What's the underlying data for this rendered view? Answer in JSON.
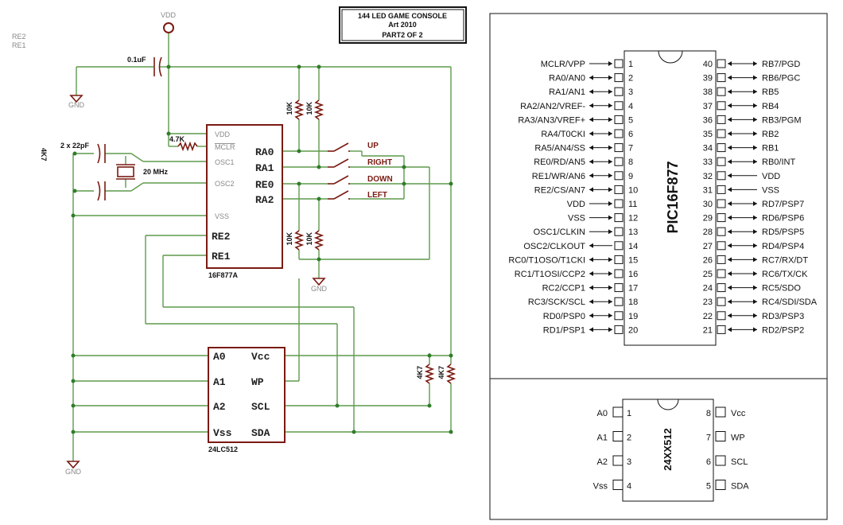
{
  "title_block": {
    "line1": "144 LED GAME CONSOLE",
    "line2": "Art 2010",
    "line3": "PART2 OF 2"
  },
  "corner_labels": {
    "re2": "RE2",
    "re1": "RE1"
  },
  "power": {
    "vdd": "VDD",
    "gnd_top": "GND",
    "gnd_mid": "GND",
    "gnd_bottom": "GND"
  },
  "components": {
    "cap_decouple": "0.1uF",
    "res_mclr": "4.7K",
    "caps_osc": "2 x 22pF",
    "crystal": "20 MHz",
    "res_left": "4K7",
    "res_top1": "10K",
    "res_top2": "10K",
    "res_bot1": "10K",
    "res_bot2": "10K",
    "res_i2c1": "4K7",
    "res_i2c2": "4K7"
  },
  "mcu": {
    "name": "16F877A",
    "pins_small": [
      "VDD",
      "MCLR",
      "OSC1",
      "OSC2",
      "VSS"
    ],
    "pins_large": [
      "RA0",
      "RA1",
      "RE0",
      "RA2",
      "RE2",
      "RE1"
    ]
  },
  "switches": [
    "UP",
    "RIGHT",
    "DOWN",
    "LEFT"
  ],
  "eeprom": {
    "name": "24LC512",
    "pins": [
      "A0",
      "Vcc",
      "A1",
      "WP",
      "A2",
      "SCL",
      "Vss",
      "SDA"
    ]
  },
  "pic_pinout": {
    "part": "PIC16F877",
    "left": [
      {
        "n": "1",
        "t": "MCLR/VPP"
      },
      {
        "n": "2",
        "t": "RA0/AN0"
      },
      {
        "n": "3",
        "t": "RA1/AN1"
      },
      {
        "n": "4",
        "t": "RA2/AN2/VREF-"
      },
      {
        "n": "5",
        "t": "RA3/AN3/VREF+"
      },
      {
        "n": "6",
        "t": "RA4/T0CKI"
      },
      {
        "n": "7",
        "t": "RA5/AN4/SS"
      },
      {
        "n": "8",
        "t": "RE0/RD/AN5"
      },
      {
        "n": "9",
        "t": "RE1/WR/AN6"
      },
      {
        "n": "10",
        "t": "RE2/CS/AN7"
      },
      {
        "n": "11",
        "t": "VDD"
      },
      {
        "n": "12",
        "t": "VSS"
      },
      {
        "n": "13",
        "t": "OSC1/CLKIN"
      },
      {
        "n": "14",
        "t": "OSC2/CLKOUT"
      },
      {
        "n": "15",
        "t": "RC0/T1OSO/T1CKI"
      },
      {
        "n": "16",
        "t": "RC1/T1OSI/CCP2"
      },
      {
        "n": "17",
        "t": "RC2/CCP1"
      },
      {
        "n": "18",
        "t": "RC3/SCK/SCL"
      },
      {
        "n": "19",
        "t": "RD0/PSP0"
      },
      {
        "n": "20",
        "t": "RD1/PSP1"
      }
    ],
    "right": [
      {
        "n": "40",
        "t": "RB7/PGD"
      },
      {
        "n": "39",
        "t": "RB6/PGC"
      },
      {
        "n": "38",
        "t": "RB5"
      },
      {
        "n": "37",
        "t": "RB4"
      },
      {
        "n": "36",
        "t": "RB3/PGM"
      },
      {
        "n": "35",
        "t": "RB2"
      },
      {
        "n": "34",
        "t": "RB1"
      },
      {
        "n": "33",
        "t": "RB0/INT"
      },
      {
        "n": "32",
        "t": "VDD"
      },
      {
        "n": "31",
        "t": "VSS"
      },
      {
        "n": "30",
        "t": "RD7/PSP7"
      },
      {
        "n": "29",
        "t": "RD6/PSP6"
      },
      {
        "n": "28",
        "t": "RD5/PSP5"
      },
      {
        "n": "27",
        "t": "RD4/PSP4"
      },
      {
        "n": "26",
        "t": "RC7/RX/DT"
      },
      {
        "n": "25",
        "t": "RC6/TX/CK"
      },
      {
        "n": "24",
        "t": "RC5/SDO"
      },
      {
        "n": "23",
        "t": "RC4/SDI/SDA"
      },
      {
        "n": "22",
        "t": "RD3/PSP3"
      },
      {
        "n": "21",
        "t": "RD2/PSP2"
      }
    ]
  },
  "eeprom_pinout": {
    "part": "24XX512",
    "left": [
      {
        "n": "1",
        "t": "A0"
      },
      {
        "n": "2",
        "t": "A1"
      },
      {
        "n": "3",
        "t": "A2"
      },
      {
        "n": "4",
        "t": "Vss"
      }
    ],
    "right": [
      {
        "n": "8",
        "t": "Vcc"
      },
      {
        "n": "7",
        "t": "WP"
      },
      {
        "n": "6",
        "t": "SCL"
      },
      {
        "n": "5",
        "t": "SDA"
      }
    ]
  }
}
